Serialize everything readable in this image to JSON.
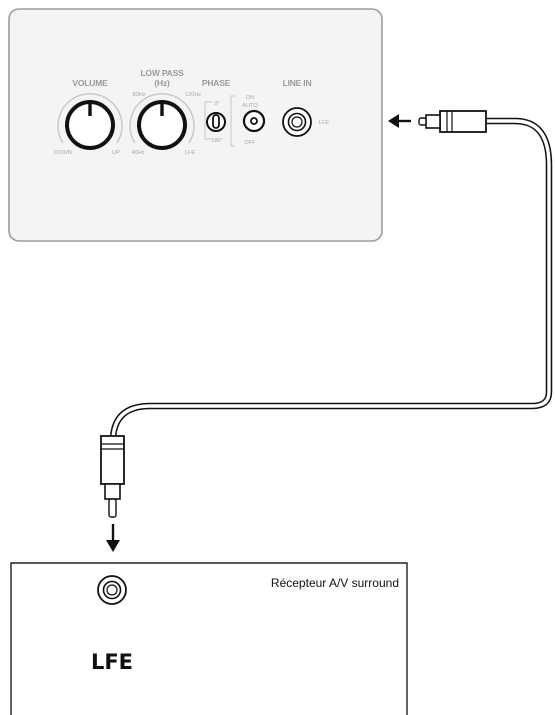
{
  "subwoofer_panel": {
    "volume": {
      "label": "VOLUME",
      "min_label": "DOWN",
      "max_label": "UP"
    },
    "low_pass": {
      "label_line1": "LOW PASS",
      "label_line2": "(Hz)",
      "tick_80": "80Hz",
      "tick_120": "120Hz",
      "tick_40": "40Hz",
      "tick_lfe": "LFE"
    },
    "phase": {
      "label": "PHASE",
      "tick_0": "0°",
      "tick_180": "180°"
    },
    "auto_switch": {
      "on": "ON",
      "auto": "AUTO",
      "off": "OFF"
    },
    "line_in": {
      "label": "LINE IN",
      "jack_label": "LFE"
    }
  },
  "receiver": {
    "title": "Récepteur A/V surround",
    "jack_label": "LFE"
  }
}
